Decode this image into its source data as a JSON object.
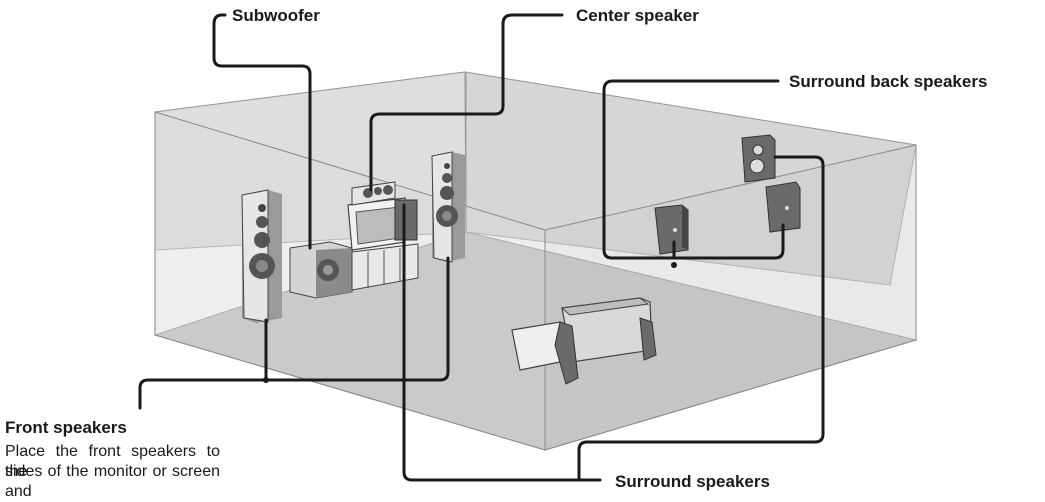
{
  "diagram": {
    "labels": {
      "subwoofer": "Subwoofer",
      "center": "Center speaker",
      "surround_back": "Surround back speakers",
      "front": "Front speakers",
      "surround": "Surround speakers"
    },
    "front_description": {
      "line1": "Place the front speakers to the",
      "line2": "sides of the monitor or screen and"
    },
    "colors": {
      "room_fill": "#dcdcdc",
      "floor_fill": "#bdbdbd",
      "line": "#1a1a1a",
      "speaker_dark": "#6a6a6a",
      "speaker_light": "#e6e6e6"
    }
  }
}
